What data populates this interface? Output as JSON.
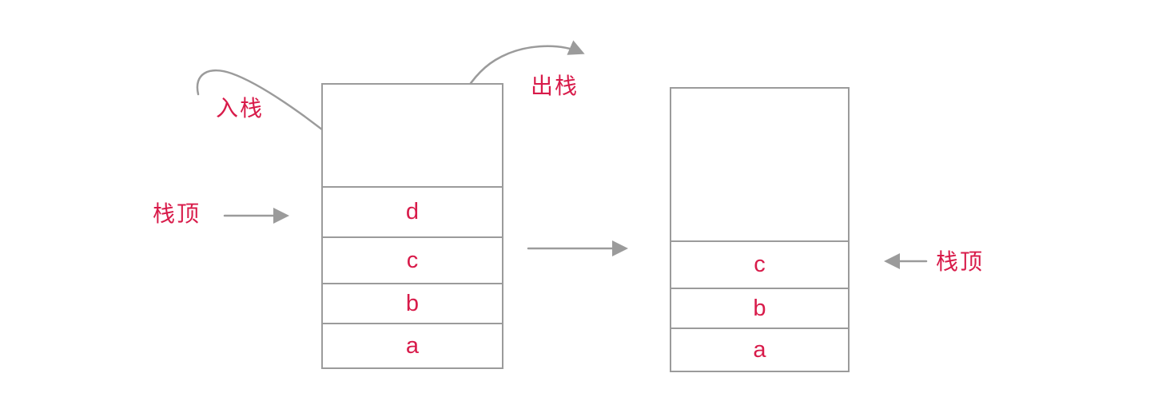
{
  "labels": {
    "push": "入栈",
    "pop": "出栈",
    "stack_top_left": "栈顶",
    "stack_top_right": "栈顶"
  },
  "left_stack": {
    "cells": [
      "d",
      "c",
      "b",
      "a"
    ]
  },
  "right_stack": {
    "cells": [
      "c",
      "b",
      "a"
    ]
  },
  "colors": {
    "accent_text": "#D81B4A",
    "line_gray": "#9B9B9B",
    "background": "#FFFFFF"
  }
}
